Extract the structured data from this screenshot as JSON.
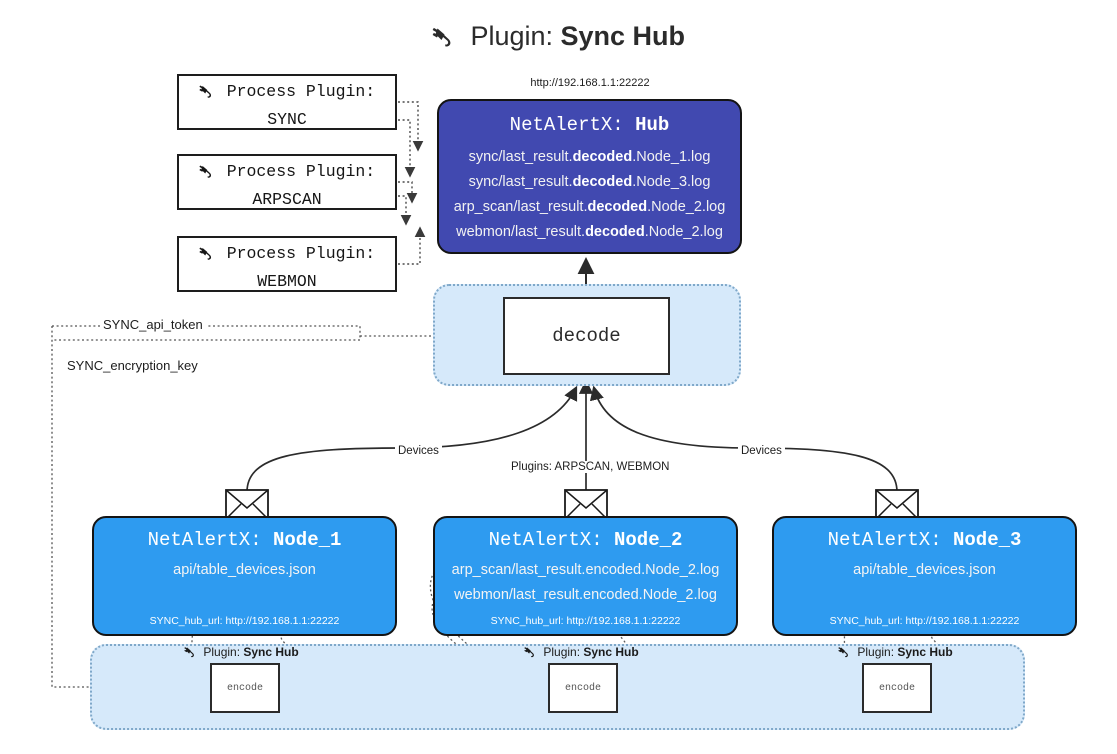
{
  "title": {
    "icon": "plug-icon",
    "prefix": "Plugin: ",
    "name": "Sync Hub"
  },
  "hub": {
    "url": "http://192.168.1.1:22222",
    "label_prefix": "NetAlertX: ",
    "label_name": "Hub",
    "logs": [
      {
        "pre": "sync/last_result.",
        "em": "decoded",
        "post": ".Node_1.log"
      },
      {
        "pre": "sync/last_result.",
        "em": "decoded",
        "post": ".Node_3.log"
      },
      {
        "pre": "arp_scan/last_result.",
        "em": "decoded",
        "post": ".Node_2.log"
      },
      {
        "pre": "webmon/last_result.",
        "em": "decoded",
        "post": ".Node_2.log"
      }
    ]
  },
  "process_plugins": [
    {
      "line1": "Process Plugin:",
      "line2": "SYNC"
    },
    {
      "line1": "Process Plugin:",
      "line2": "ARPSCAN"
    },
    {
      "line1": "Process Plugin:",
      "line2": "WEBMON"
    }
  ],
  "decode": {
    "label": "decode"
  },
  "tokens": [
    {
      "label": "SYNC_api_token"
    },
    {
      "label": "SYNC_encryption_key"
    }
  ],
  "edge_labels": {
    "devices_left": "Devices",
    "devices_right": "Devices",
    "plugins_center": "Plugins: ARPSCAN, WEBMON"
  },
  "nodes": [
    {
      "title_prefix": "NetAlertX: ",
      "title_name": "Node_1",
      "lines": [
        "api/table_devices.json"
      ],
      "footer": "SYNC_hub_url: http://192.168.1.1:22222",
      "plugin_caption_prefix": "Plugin: ",
      "plugin_caption_name": "Sync Hub",
      "encode_label": "encode"
    },
    {
      "title_prefix": "NetAlertX: ",
      "title_name": "Node_2",
      "lines": [
        "arp_scan/last_result.encoded.Node_2.log",
        "webmon/last_result.encoded.Node_2.log"
      ],
      "footer": "SYNC_hub_url: http://192.168.1.1:22222",
      "plugin_caption_prefix": "Plugin: ",
      "plugin_caption_name": "Sync Hub",
      "encode_label": "encode"
    },
    {
      "title_prefix": "NetAlertX: ",
      "title_name": "Node_3",
      "lines": [
        "api/table_devices.json"
      ],
      "footer": "SYNC_hub_url: http://192.168.1.1:22222",
      "plugin_caption_prefix": "Plugin: ",
      "plugin_caption_name": "Sync Hub",
      "encode_label": "encode"
    }
  ],
  "colors": {
    "hub_fill": "#4149b0",
    "node_fill": "#2e9bf0",
    "band_fill": "#d6e9fa",
    "band_border": "#7fa8c9",
    "stroke": "#141414",
    "page_bg": "#ffffff"
  },
  "icons": {
    "plug": "plug-icon",
    "envelope": "envelope-icon"
  }
}
